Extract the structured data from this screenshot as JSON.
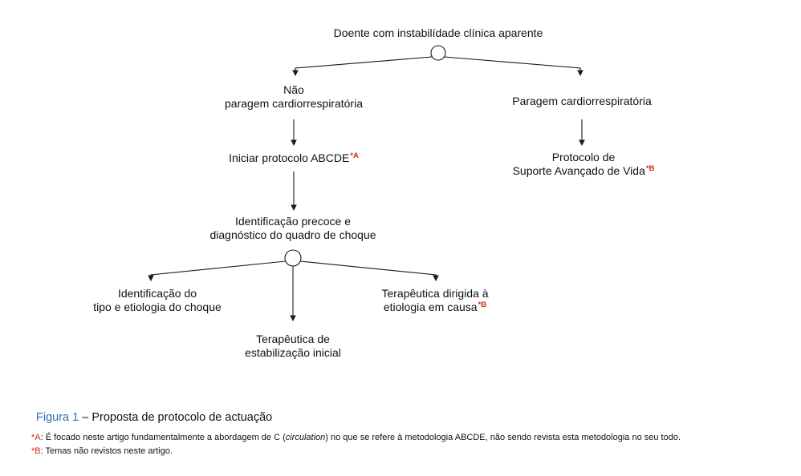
{
  "colors": {
    "red": "#da2418",
    "blue": "#2e6bb8",
    "line": "#1a1a1a"
  },
  "diagram": {
    "root": {
      "label": "Doente com instabilídade clínica aparente"
    },
    "no_arrest": {
      "label": "Não\nparagem cardiorrespiratória"
    },
    "arrest": {
      "label": "Paragem cardiorrespiratória"
    },
    "abcde": {
      "label": "Iniciar protocolo ABCDE",
      "sup": "*A"
    },
    "sav": {
      "label": "Protocolo de\nSuporte Avançado de Vida",
      "sup": "*B"
    },
    "early_id": {
      "label": "Identificação precoce e\ndiagnóstico do quadro de choque"
    },
    "type_etiology": {
      "label": "Identificação do\ntipo e etiologia do choque"
    },
    "stabilization": {
      "label": "Terapêutica de\nestabilização inicial"
    },
    "targeted": {
      "label": "Terapêutica dirigida à\netiologia em causa",
      "sup": "*B"
    }
  },
  "caption": {
    "figure_label": "Figura 1",
    "text": " – Proposta de protocolo de actuação"
  },
  "footnotes": {
    "a": {
      "marker": "*A",
      "pre": ": É focado neste artigo fundamentalmente a abordagem de C (",
      "italic": "circulation",
      "post": ") no que se refere à metodologia ABCDE, não sendo revista esta metodologia no seu todo."
    },
    "b": {
      "marker": "*B",
      "pre": ": Temas não revistos neste artigo.",
      "italic": "",
      "post": ""
    }
  }
}
